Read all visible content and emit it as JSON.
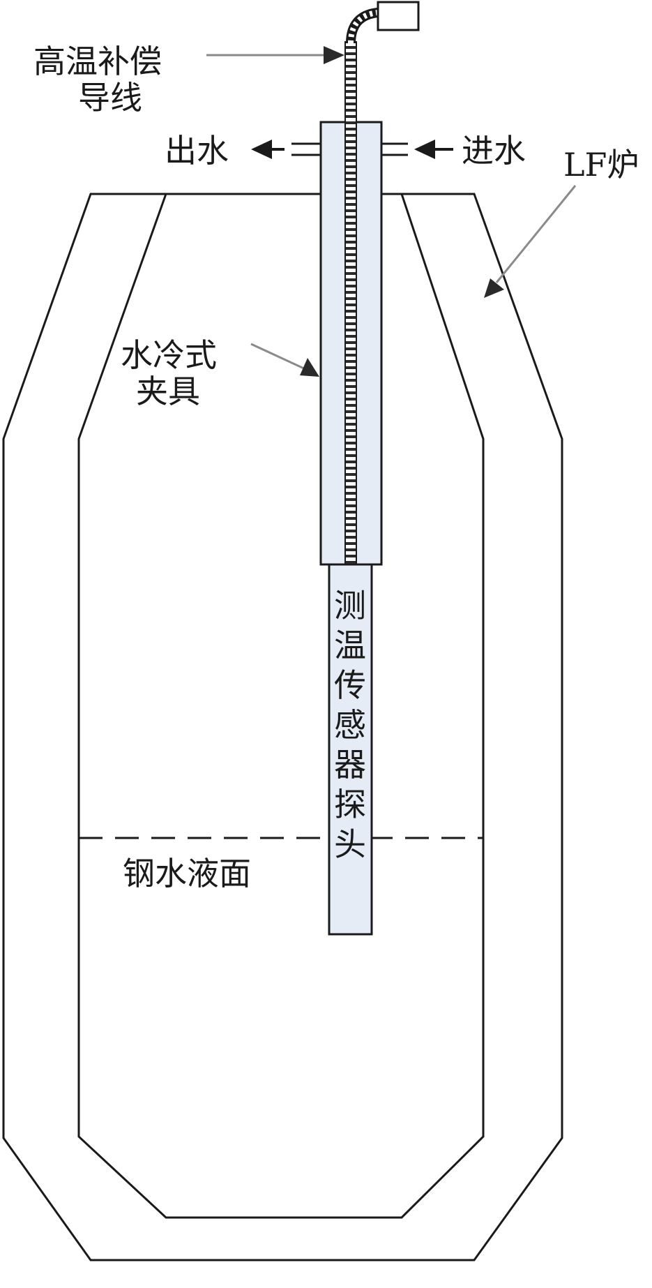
{
  "labels": {
    "compensation_wire": [
      "高温补偿",
      "导线"
    ],
    "water_out": "出水",
    "water_in": "进水",
    "furnace": "LF炉",
    "clamp": [
      "水冷式",
      "夹具"
    ],
    "sensor_probe": [
      "测",
      "温",
      "传",
      "感",
      "器",
      "探",
      "头"
    ],
    "steel_level": "钢水液面"
  },
  "colors": {
    "line": "#1a1a1a",
    "leader_line": "#8a8a8a",
    "probe_fill": "#e6ecf5",
    "background": "#ffffff"
  }
}
